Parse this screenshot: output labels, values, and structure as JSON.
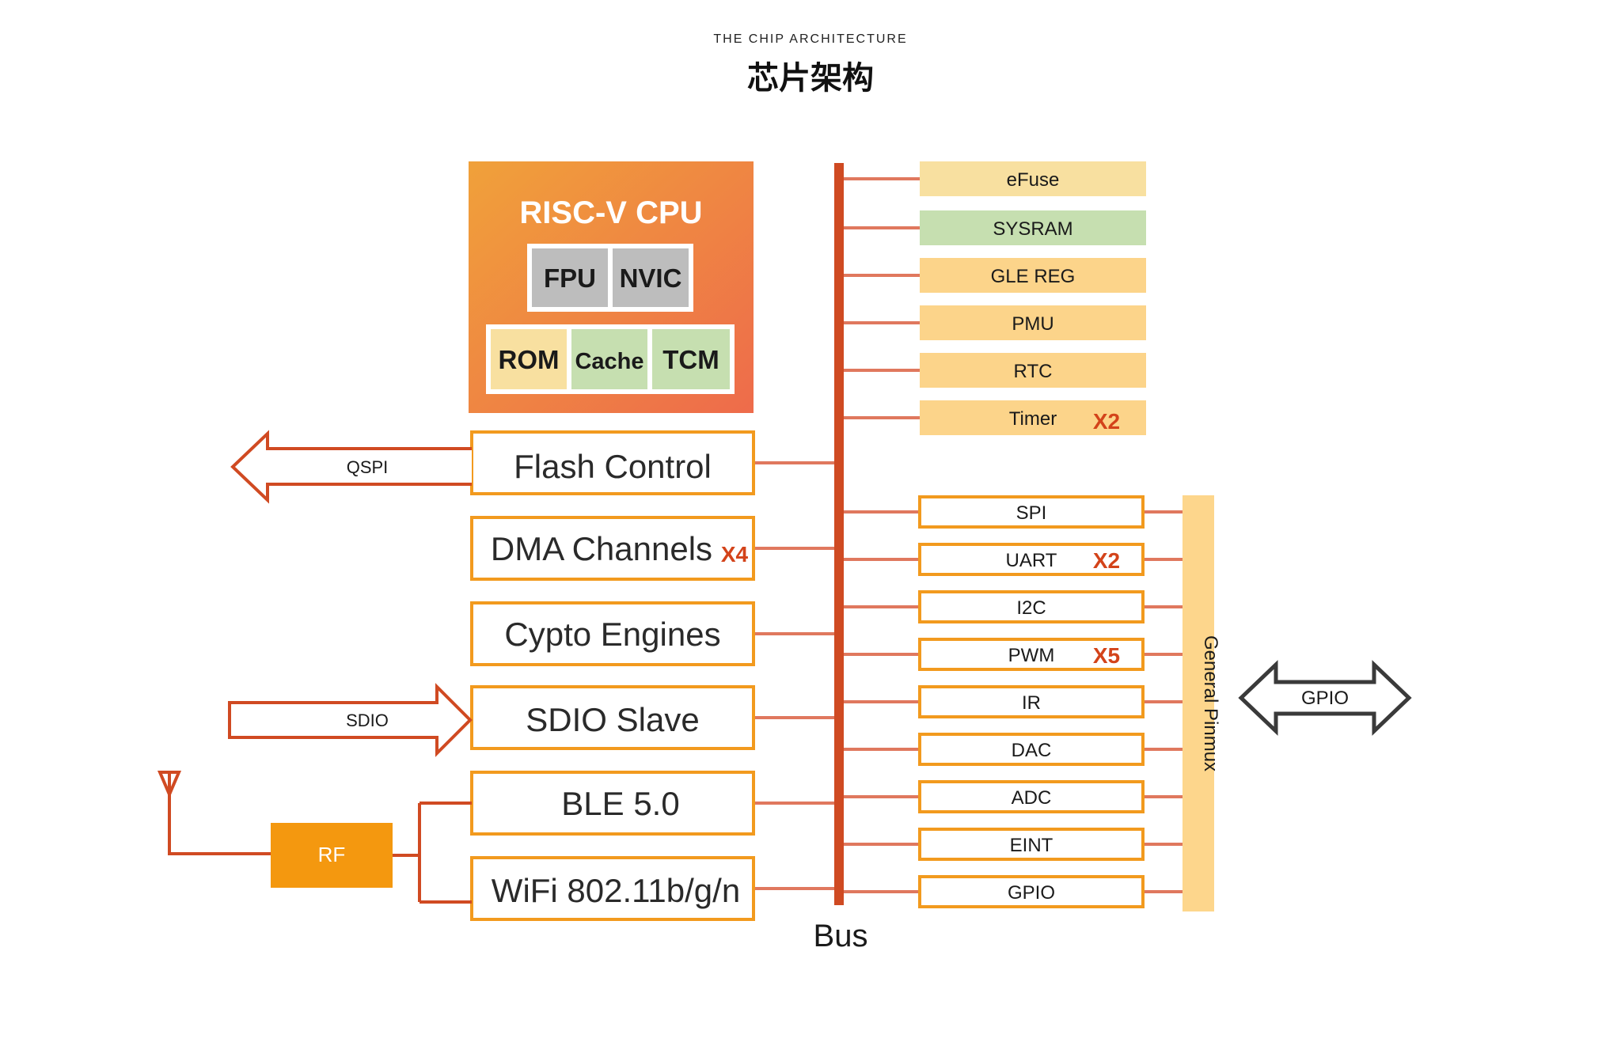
{
  "header": {
    "subtitle": "THE CHIP ARCHITECTURE",
    "title": "芯片架构"
  },
  "cpu": {
    "title": "RISC-V CPU",
    "row1": [
      "FPU",
      "NVIC"
    ],
    "row2": [
      "ROM",
      "Cache",
      "TCM"
    ]
  },
  "left_blocks": [
    {
      "label": "Flash Control",
      "multiplier": ""
    },
    {
      "label": "DMA Channels",
      "multiplier": "X4"
    },
    {
      "label": "Cypto Engines",
      "multiplier": ""
    },
    {
      "label": "SDIO Slave",
      "multiplier": ""
    },
    {
      "label": "BLE 5.0",
      "multiplier": ""
    },
    {
      "label": "WiFi 802.11b/g/n",
      "multiplier": ""
    }
  ],
  "interfaces": {
    "qspi": "QSPI",
    "sdio": "SDIO",
    "rf": "RF",
    "gpio": "GPIO"
  },
  "bus": {
    "label": "Bus"
  },
  "memory_blocks": [
    {
      "label": "eFuse",
      "multiplier": "",
      "color": "#f8e0a0"
    },
    {
      "label": "SYSRAM",
      "multiplier": "",
      "color": "#c6dfb0"
    },
    {
      "label": "GLE REG",
      "multiplier": "",
      "color": "#fcd48a"
    },
    {
      "label": "PMU",
      "multiplier": "",
      "color": "#fcd48a"
    },
    {
      "label": "RTC",
      "multiplier": "",
      "color": "#fcd48a"
    },
    {
      "label": "Timer",
      "multiplier": "X2",
      "color": "#fcd48a"
    }
  ],
  "peripheral_blocks": [
    {
      "label": "SPI",
      "multiplier": ""
    },
    {
      "label": "UART",
      "multiplier": "X2"
    },
    {
      "label": "I2C",
      "multiplier": ""
    },
    {
      "label": "PWM",
      "multiplier": "X5"
    },
    {
      "label": "IR",
      "multiplier": ""
    },
    {
      "label": "DAC",
      "multiplier": ""
    },
    {
      "label": "ADC",
      "multiplier": ""
    },
    {
      "label": "EINT",
      "multiplier": ""
    },
    {
      "label": "GPIO",
      "multiplier": ""
    }
  ],
  "pinmux": {
    "label": "General Pinmux"
  },
  "colors": {
    "bus": "#cf4a22",
    "connector": "#e0785e",
    "block_border": "#f29a1e",
    "rf_fill": "#f4980f",
    "pinmux_fill": "#fdd68c",
    "cpu_gradient_start": "#f0a13a",
    "cpu_gradient_end": "#ee6b4b",
    "sub_gray": "#bdbdbd",
    "gpio_arrow": "#3a3a3a",
    "multiplier": "#d3431a"
  }
}
